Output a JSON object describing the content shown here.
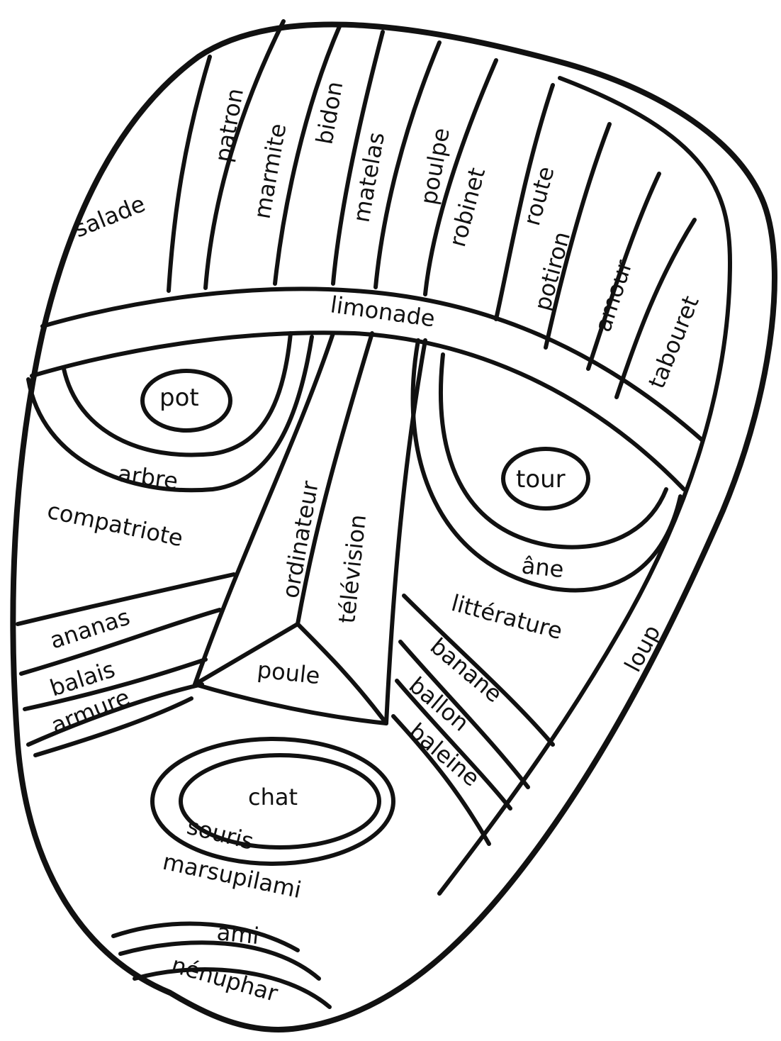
{
  "colors": {
    "line": "#111111",
    "background": "#ffffff"
  },
  "words": {
    "salade": "salade",
    "patron": "patron",
    "marmite": "marmite",
    "bidon": "bidon",
    "matelas": "matelas",
    "poulpe": "poulpe",
    "robinet": "robinet",
    "route": "route",
    "potiron": "potiron",
    "amour": "amour",
    "tabouret": "tabouret",
    "limonade": "limonade",
    "pot": "pot",
    "arbre": "arbre",
    "tour": "tour",
    "compatriote": "compatriote",
    "ordinateur": "ordinateur",
    "television": "télévision",
    "ane": "âne",
    "litterature": "littérature",
    "loup": "loup",
    "ananas": "ananas",
    "balais": "balais",
    "armure": "armure",
    "poule": "poule",
    "banane": "banane",
    "ballon": "ballon",
    "baleine": "baleine",
    "chat": "chat",
    "souris": "souris",
    "marsupilami": "marsupilami",
    "ami": "ami",
    "nenuphar": "nénuphar"
  }
}
